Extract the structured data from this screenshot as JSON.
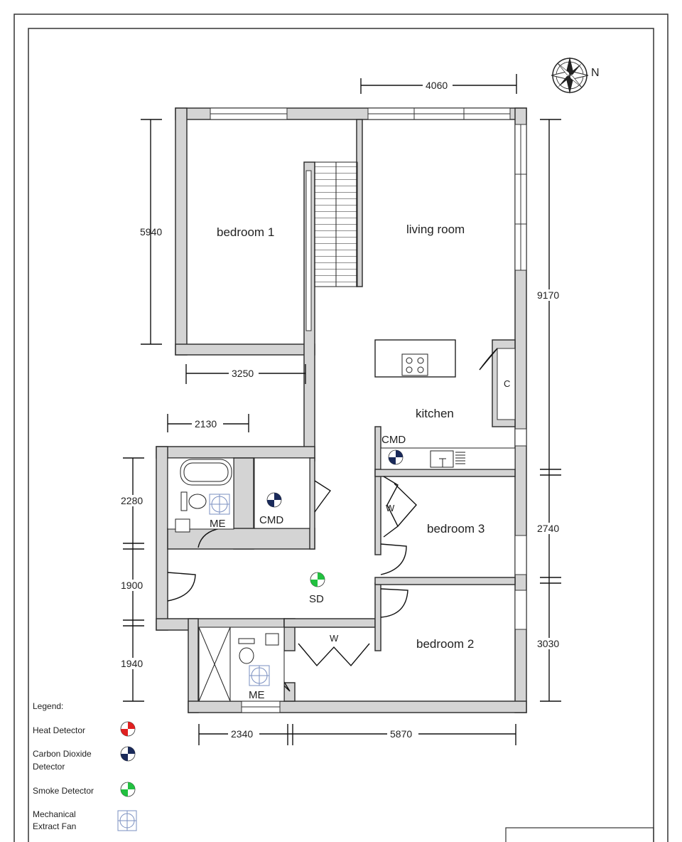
{
  "compass": {
    "label": "N"
  },
  "rooms": {
    "bedroom1": "bedroom 1",
    "living": "living room",
    "kitchen": "kitchen",
    "bedroom3": "bedroom 3",
    "bedroom2": "bedroom 2"
  },
  "tags": {
    "cupboard": "C",
    "wardrobe_b3": "W",
    "wardrobe_b2": "W",
    "cmd_kitchen": "CMD",
    "cmd_store": "CMD",
    "sd_hall": "SD",
    "me_bath": "ME",
    "me_ensuite": "ME"
  },
  "dimensions": {
    "top": "4060",
    "left_bedroom1": "5940",
    "right_total": "9170",
    "bedroom1_width": "3250",
    "bath_width": "2130",
    "left_bath": "2280",
    "left_hall": "1900",
    "left_ensuite": "1940",
    "right_bedroom3": "2740",
    "right_bedroom2": "3030",
    "bottom_left": "2340",
    "bottom_right": "5870"
  },
  "legend": {
    "title": "Legend:",
    "items": [
      {
        "line1": "Heat Detector",
        "line2": "",
        "icon": "heat-detector-icon",
        "color": "#e02020"
      },
      {
        "line1": "Carbon Dioxide",
        "line2": "Detector",
        "icon": "co2-detector-icon",
        "color": "#1a2a5a"
      },
      {
        "line1": "Smoke Detector",
        "line2": "",
        "icon": "smoke-detector-icon",
        "color": "#22c040"
      },
      {
        "line1": "Mechanical",
        "line2": "Extract Fan",
        "icon": "extract-fan-icon",
        "color": "#7a8fc0"
      }
    ]
  }
}
